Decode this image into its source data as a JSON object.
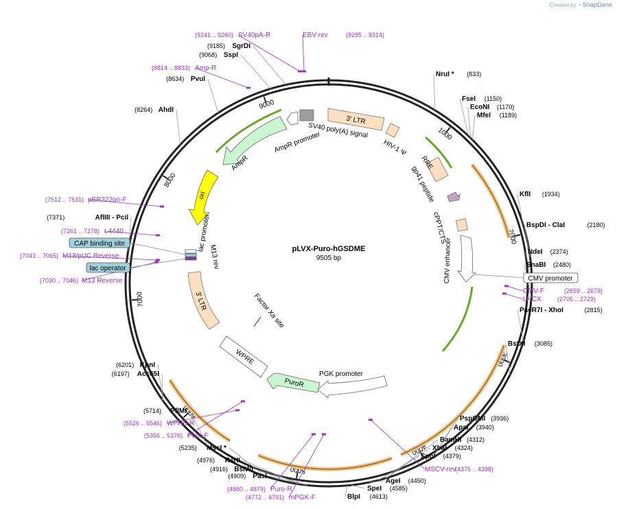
{
  "credit": {
    "prefix": "Created by",
    "brand": "SnapGene"
  },
  "plasmid": {
    "name": "pLVX-Puro-hGSDME",
    "size_label": "9505 bp",
    "length": 9505
  },
  "colors": {
    "enzyme": "#000000",
    "primer": "#9b30c8",
    "orange": "#e8a33c",
    "green": "#6aa52c",
    "outer_ring": "#222222",
    "ltr": "#fde0bf",
    "ampr": "#c9f7cf",
    "ori": "#ffff00",
    "puro": "#c9f7cf",
    "cap": "#9fd0dc",
    "poly": "#9e9e9e"
  },
  "ruler": [
    {
      "pos": 1000,
      "label": "1000"
    },
    {
      "pos": 2000,
      "label": "2000"
    },
    {
      "pos": 3000,
      "label": "3000"
    },
    {
      "pos": 4000,
      "label": "4000"
    },
    {
      "pos": 5000,
      "label": "5000"
    },
    {
      "pos": 6000,
      "label": "6000"
    },
    {
      "pos": 7000,
      "label": "7000"
    },
    {
      "pos": 8000,
      "label": "8000"
    },
    {
      "pos": 9000,
      "label": "9000"
    }
  ],
  "enzymes_right": [
    {
      "name": "NruI *",
      "pos": "(833)",
      "site": 833
    },
    {
      "name": "FseI",
      "pos": "(1150)",
      "site": 1150
    },
    {
      "name": "EcoNI",
      "pos": "(1170)",
      "site": 1170
    },
    {
      "name": "MfeI",
      "pos": "(1189)",
      "site": 1189
    },
    {
      "name": "KflI",
      "pos": "(1934)",
      "site": 1934
    },
    {
      "name": "BspDI  - ClaI",
      "pos": "(2180)",
      "site": 2180
    },
    {
      "name": "NdeI",
      "pos": "(2374)",
      "site": 2374
    },
    {
      "name": "SnaBI",
      "pos": "(2480)",
      "site": 2480
    },
    {
      "name": "PaeR7I  - XhoI",
      "pos": "(2815)",
      "site": 2815
    },
    {
      "name": "BstXI",
      "pos": "(3085)",
      "site": 3085
    },
    {
      "name": "PspOMI",
      "pos": "(3936)",
      "site": 3936
    },
    {
      "name": "ApaI",
      "pos": "(3940)",
      "site": 3940
    },
    {
      "name": "BamHI",
      "pos": "(4312)",
      "site": 4312
    },
    {
      "name": "XbaI",
      "pos": "(4324)",
      "site": 4324
    },
    {
      "name": "SphI",
      "pos": "(4379)",
      "site": 4379
    },
    {
      "name": "AgeI",
      "pos": "(4450)",
      "site": 4450
    },
    {
      "name": "SpeI",
      "pos": "(4585)",
      "site": 4585
    },
    {
      "name": "BlpI",
      "pos": "(4613)",
      "site": 4613
    }
  ],
  "enzymes_left": [
    {
      "name": "SgrDI",
      "pos": "(9185)",
      "site": 9185
    },
    {
      "name": "SspI",
      "pos": "(9068)",
      "site": 9068
    },
    {
      "name": "PvuI",
      "pos": "(8634)",
      "site": 8634
    },
    {
      "name": "AhdI",
      "pos": "(8264)",
      "site": 8264
    },
    {
      "name": "AflIII  - PciI",
      "pos": "(7371)",
      "site": 7371
    },
    {
      "name": "KpnI",
      "pos": "(6201)",
      "site": 6201
    },
    {
      "name": "Acc65I",
      "pos": "(6197)",
      "site": 6197
    },
    {
      "name": "PflMI",
      "pos": "(5714)",
      "site": 5714
    },
    {
      "name": "MscI *",
      "pos": "(5235)",
      "site": 5235
    },
    {
      "name": "RsrII",
      "pos": "(4976)",
      "site": 4976
    },
    {
      "name": "BsiWI",
      "pos": "(4916)",
      "site": 4916
    },
    {
      "name": "PasI",
      "pos": "(4909)",
      "site": 4909
    }
  ],
  "primers": [
    {
      "name": "SV40pA-R",
      "range": "(9241 .. 9260)"
    },
    {
      "name": "EBV-rev",
      "range": "(9295 .. 9314)"
    },
    {
      "name": "Amp-R",
      "range": "(8814 .. 8833)"
    },
    {
      "name": "pBR322ori-F",
      "range": "(7512 .. 7531)"
    },
    {
      "name": "L4440",
      "range": "(7261 .. 7278)"
    },
    {
      "name": "M13/pUC Reverse",
      "range": "(7043 .. 7065)"
    },
    {
      "name": "M13 Reverse",
      "range": "(7030 .. 7046)"
    },
    {
      "name": "CMV-F",
      "range": "(2659 .. 2679)"
    },
    {
      "name": "LNCX",
      "range": "(2705 .. 2729)"
    },
    {
      "name": "MSCV-rev",
      "range": "(4375 .. 4398)"
    },
    {
      "name": "WPRE-R",
      "range": "(5526 .. 5546)"
    },
    {
      "name": "Puro-F",
      "range": "(5356 .. 5376)"
    },
    {
      "name": "Puro-R",
      "range": "(4860 .. 4879)"
    },
    {
      "name": "mPGK-F",
      "range": "(4772 .. 4791)"
    }
  ],
  "boxed_labels": {
    "cap_binding_site": "CAP binding site",
    "lac_operator": "lac operator",
    "cmv_promoter": "CMV promoter"
  },
  "features": {
    "ltr_3_top": "3' LTR",
    "sv40_polya": "SV40 poly(A) signal",
    "hiv_psi": "HIV-1 Ψ",
    "ampr_promoter": "AmpR promoter",
    "rre": "RRE",
    "gp41": "gp41 peptide",
    "ampr": "AmpR",
    "cppt": "cPPT/CTS",
    "ori": "ori",
    "cmv_enhancer": "CMV enhancer",
    "lac_promoter": "lac promoter",
    "m13_rev": "M13 rev",
    "ltr_3_left": "3' LTR",
    "factor_xa": "Factor Xa site",
    "wpre": "WPRE",
    "puror": "PuroR",
    "pgk_promoter": "PGK promoter"
  }
}
